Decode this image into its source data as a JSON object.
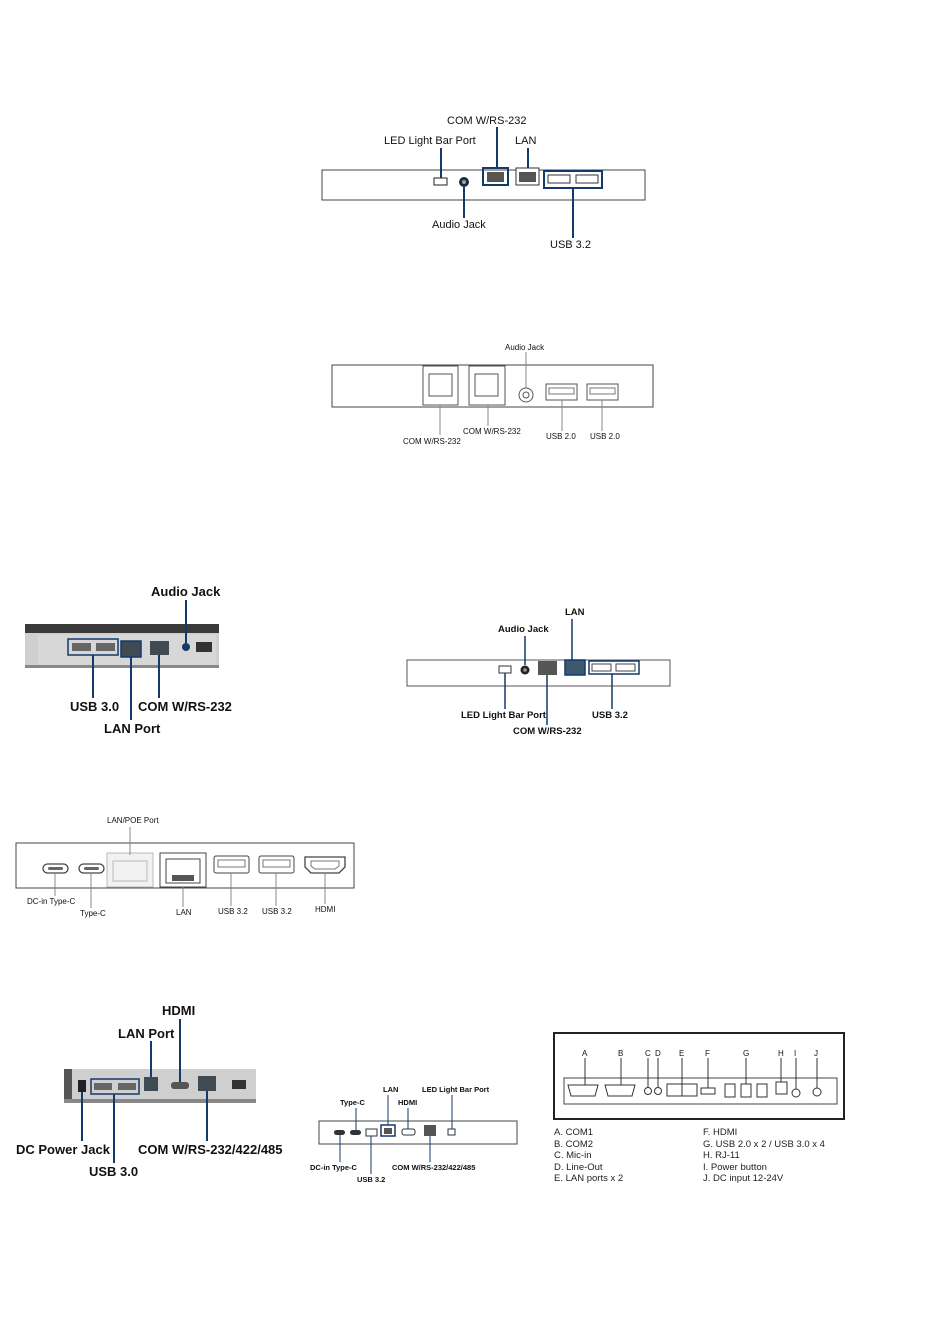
{
  "panel1": {
    "com": "COM W/RS-232",
    "led": "LED Light Bar Port",
    "lan": "LAN",
    "audio": "Audio Jack",
    "usb": "USB 3.2"
  },
  "panel2": {
    "audio": "Audio Jack",
    "com1": "COM W/RS-232",
    "com2": "COM W/RS-232",
    "usb1": "USB 2.0",
    "usb2": "USB 2.0"
  },
  "panel3": {
    "audio": "Audio Jack",
    "usb": "USB 3.0",
    "com": "COM W/RS-232",
    "lan": "LAN Port"
  },
  "panel4": {
    "lan": "LAN",
    "audio": "Audio Jack",
    "led": "LED Light Bar Port",
    "usb": "USB 3.2",
    "com": "COM W/RS-232"
  },
  "panel5": {
    "lanpoe": "LAN/POE Port",
    "dcin": "DC-in Type-C",
    "typec": "Type-C",
    "lan": "LAN",
    "usb1": "USB 3.2",
    "usb2": "USB 3.2",
    "hdmi": "HDMI"
  },
  "panel6": {
    "hdmi": "HDMI",
    "lan": "LAN Port",
    "dc": "DC Power Jack",
    "usb": "USB 3.0",
    "com": "COM W/RS-232/422/485"
  },
  "panel7": {
    "lan": "LAN",
    "led": "LED Light Bar Port",
    "typec": "Type-C",
    "hdmi": "HDMI",
    "dcin": "DC-in Type-C",
    "usb": "USB 3.2",
    "com": "COM W/RS-232/422/485"
  },
  "panel8": {
    "letters": [
      "A",
      "B",
      "C",
      "D",
      "E",
      "F",
      "G",
      "H",
      "I",
      "J"
    ],
    "legend_left": [
      "A. COM1",
      "B. COM2",
      "C. Mic-in",
      "D. Line-Out",
      "E. LAN ports x 2"
    ],
    "legend_right": [
      "F. HDMI",
      "G. USB 2.0 x 2 / USB 3.0 x 4",
      "H. RJ-11",
      "I. Power button",
      "J. DC input 12-24V"
    ]
  }
}
